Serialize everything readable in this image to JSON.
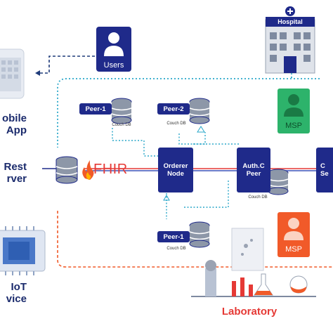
{
  "left": {
    "mobile_line1": "obile",
    "mobile_line2": "App",
    "rest_line1": "Rest",
    "rest_line2": "rver",
    "iot_line1": "IoT",
    "iot_line2": "vice"
  },
  "top": {
    "users_label": "Users",
    "hospital_sign": "Hospital"
  },
  "peers": {
    "peer1_top": "Peer-1",
    "peer2_top": "Peer-2",
    "peer1_bottom": "Peer-1",
    "couch_db": "Couch DB"
  },
  "center": {
    "fhir_label": "FHIR",
    "orderer_line1": "Orderer",
    "orderer_line2": "Node",
    "auth_line1": "Auth.C",
    "auth_line2": "Peer",
    "right_partial_line1": "C",
    "right_partial_line2": "Se"
  },
  "msp": {
    "green_label": "MSP",
    "orange_label": "MSP"
  },
  "bottom": {
    "laboratory_label": "Laboratory"
  },
  "colors": {
    "navy": "#1f2a8a",
    "teal_dots": "#2aa7c9",
    "orange_dash": "#f05a28",
    "msp_green": "#2db36b",
    "msp_orange": "#f15a29",
    "red_line": "#e53935",
    "users_box": "#1f2a8a"
  }
}
